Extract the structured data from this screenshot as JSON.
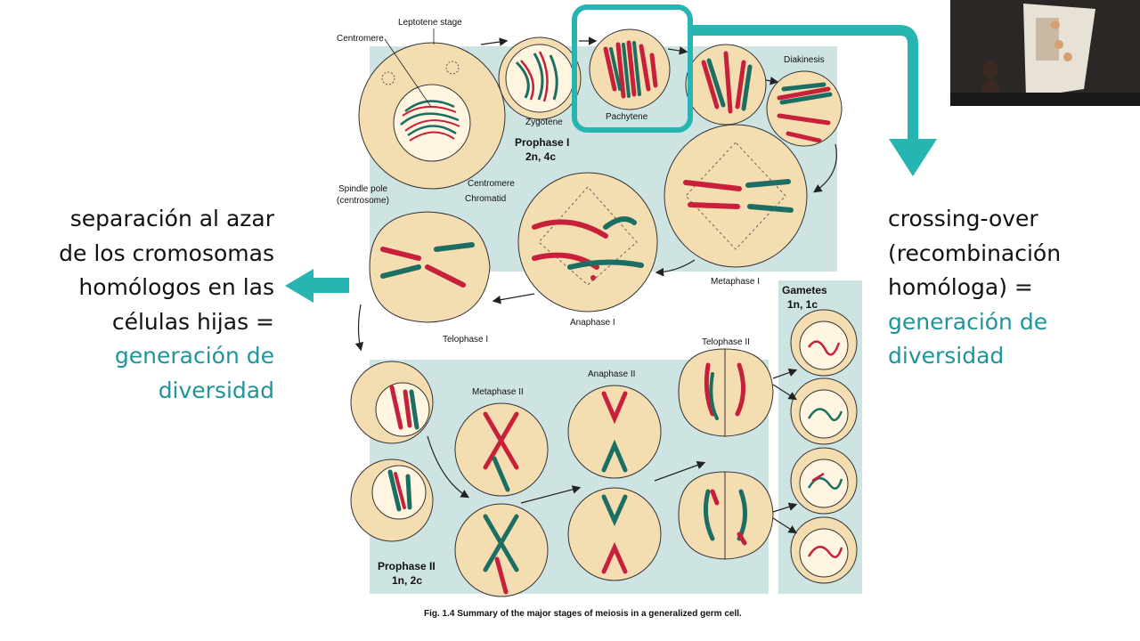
{
  "left_text": {
    "lines": [
      "separación al azar",
      "de los cromosomas",
      "homólogos en las",
      "células hijas ="
    ],
    "highlight": [
      "generación de",
      "diversidad"
    ]
  },
  "right_text": {
    "lines": [
      "crossing-over",
      "(recombinación",
      "homóloga) ="
    ],
    "highlight": [
      "generación de",
      "diversidad"
    ]
  },
  "colors": {
    "teal": "#1f949a",
    "panel": "#cde4e3",
    "cell": "#f5ddb2",
    "red": "#c8203a",
    "green": "#1c6e63"
  },
  "figure": {
    "labels": {
      "leptotene": "Leptotene stage",
      "centromere_top": "Centromere",
      "zygotene": "Zygotene",
      "pachytene": "Pachytene",
      "diakinesis": "Diakinesis",
      "prophase1": "Prophase I",
      "prophase1_ploidy": "2n, 4c",
      "spindle_pole": "Spindle pole",
      "centrosome": "(centrosome)",
      "centromere_mid": "Centromere",
      "chromatid": "Chromatid",
      "metaphase1": "Metaphase I",
      "anaphase1": "Anaphase I",
      "telophase1": "Telophase I",
      "gametes": "Gametes",
      "gametes_ploidy": "1n, 1c",
      "metaphase2": "Metaphase II",
      "anaphase2": "Anaphase II",
      "telophase2": "Telophase II",
      "prophase2": "Prophase II",
      "prophase2_ploidy": "1n, 2c"
    },
    "caption": "Fig. 1.4  Summary of the major stages of meiosis in a generalized germ cell."
  }
}
